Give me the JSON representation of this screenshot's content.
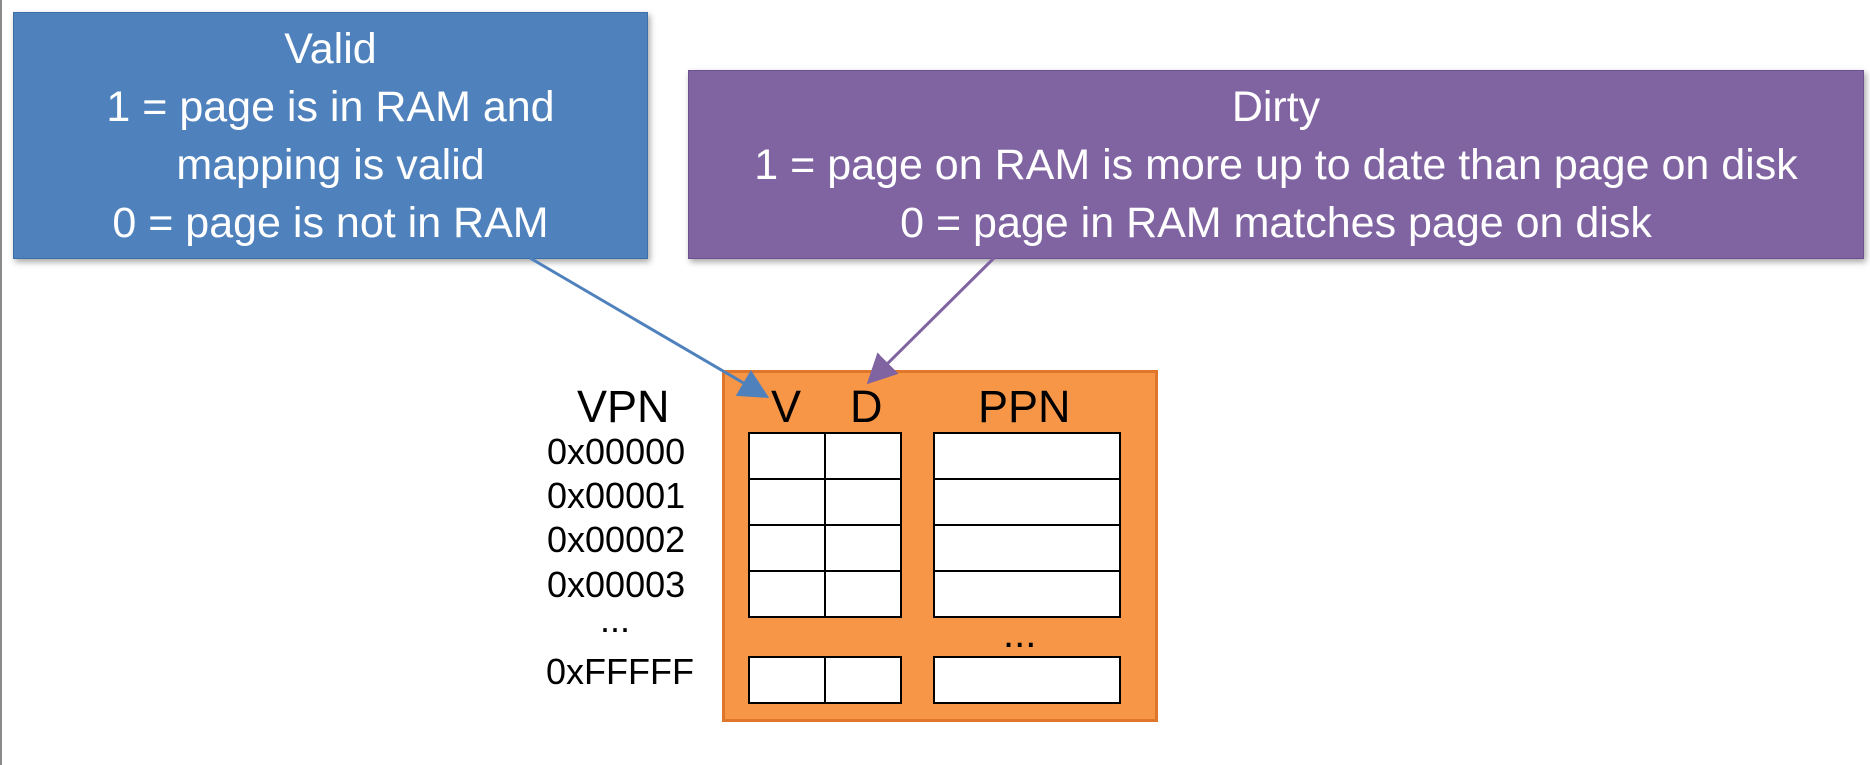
{
  "callouts": {
    "valid": {
      "lines": [
        "Valid",
        "1 = page is in RAM and",
        "mapping is valid",
        "0 = page is not in RAM"
      ],
      "color": "#4f81bd"
    },
    "dirty": {
      "lines": [
        "Dirty",
        "1 = page on RAM is more up to date than page on disk",
        "0 = page in RAM matches page on disk"
      ],
      "color": "#8064a2"
    }
  },
  "page_table": {
    "headers": {
      "vpn": "VPN",
      "v": "V",
      "d": "D",
      "ppn": "PPN"
    },
    "vpn_rows": [
      "0x00000",
      "0x00001",
      "0x00002",
      "0x00003",
      "...",
      "0xFFFFF"
    ],
    "ppn_ellipsis": "...",
    "panel_color": "#f79646"
  }
}
